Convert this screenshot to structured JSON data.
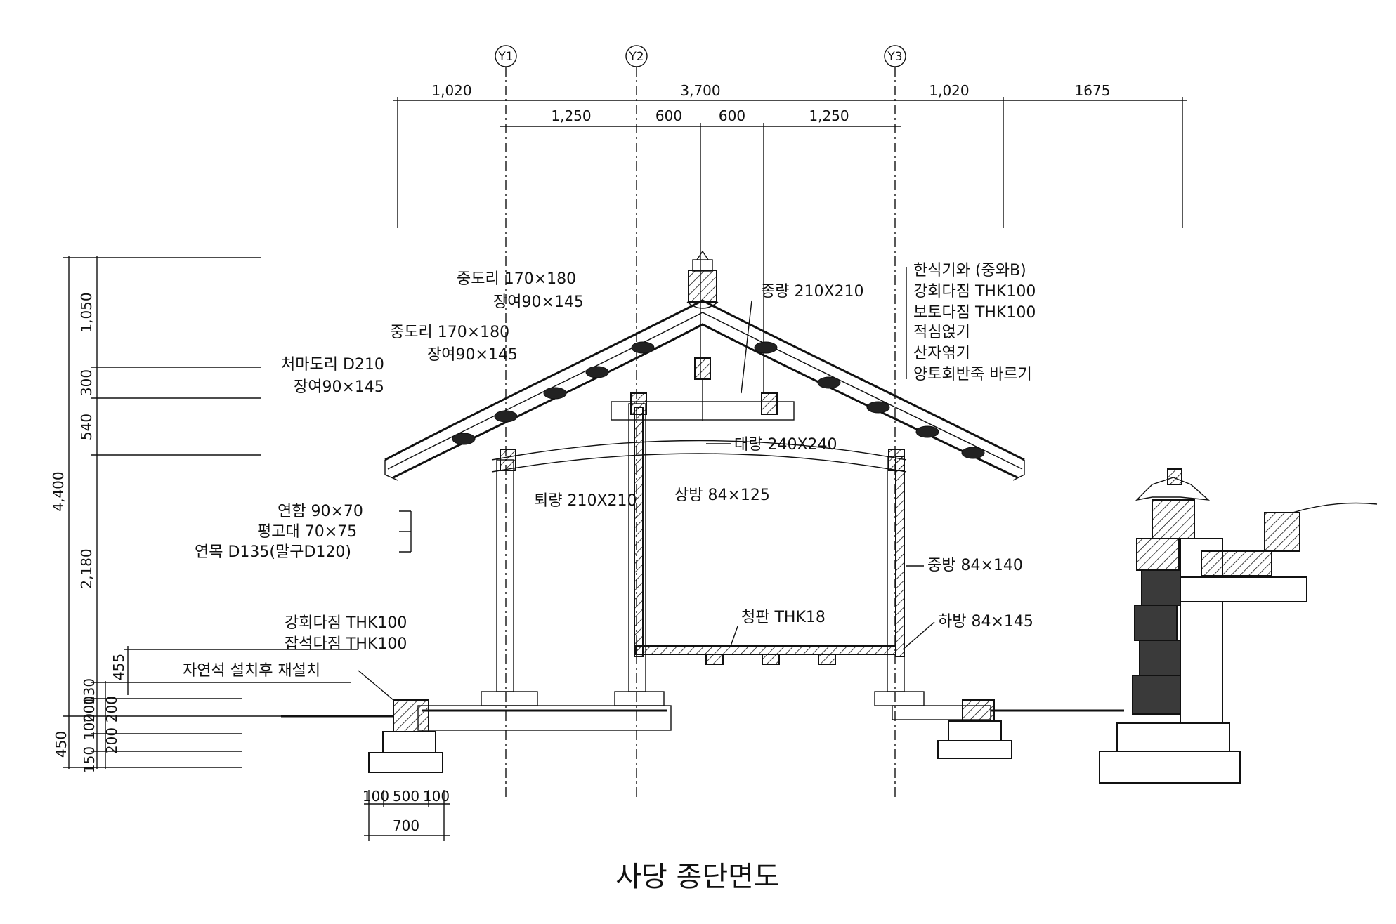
{
  "title": "사당 종단면도",
  "grid_axes": [
    {
      "id": "y1",
      "label": "Y1"
    },
    {
      "id": "y2",
      "label": "Y2"
    },
    {
      "id": "y3",
      "label": "Y3"
    }
  ],
  "top_dims": {
    "row1": [
      "1,020",
      "3,700",
      "1,020",
      "1675"
    ],
    "row2": [
      "1,250",
      "600",
      "600",
      "1,250"
    ]
  },
  "left_dims": {
    "total": "4,400",
    "d1050": "1,050",
    "d300": "300",
    "d540": "540",
    "d2180": "2,180",
    "d455": "455",
    "d130": "130",
    "d100": "100",
    "d200a": "200",
    "d200b": "200",
    "d200c": "200",
    "d450": "450",
    "d150": "150"
  },
  "bottom_dims": {
    "a": "100",
    "b": "500",
    "c": "100",
    "total": "700"
  },
  "labels_left": [
    "중도리 170×180",
    "장여90×145",
    "중도리 170×180",
    "장여90×145",
    "처마도리 D210",
    "장여90×145",
    "연함 90×70",
    "평고대 70×75",
    "연목 D135(말구D120)",
    "강회다짐 THK100",
    "잡석다짐 THK100",
    "자연석 설치후 재설치"
  ],
  "labels_center": [
    "종량 210X210",
    "대량 240X240",
    "퇴량 210X210",
    "상방 84×125",
    "청판 THK18"
  ],
  "labels_right": [
    "한식기와 (중와B)",
    "강회다짐 THK100",
    "보토다짐 THK100",
    "적심얹기",
    "산자엮기",
    "양토회반죽 바르기",
    "중방 84×140",
    "하방 84×145"
  ]
}
